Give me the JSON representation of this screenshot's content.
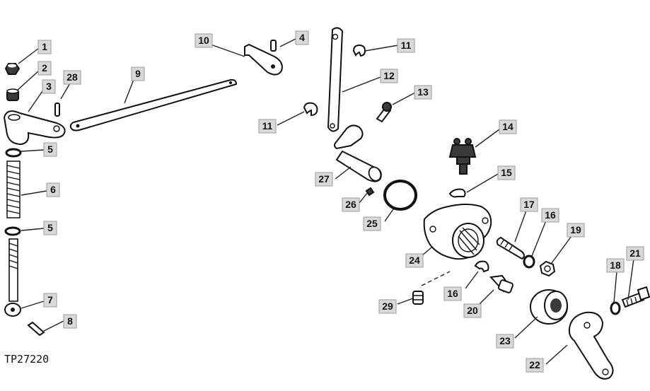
{
  "figure_id": "TP27220",
  "callouts": [
    "1",
    "2",
    "3",
    "28",
    "9",
    "10",
    "4",
    "11",
    "12",
    "13",
    "11",
    "14",
    "15",
    "5",
    "6",
    "5",
    "27",
    "26",
    "25",
    "24",
    "17",
    "16",
    "19",
    "7",
    "8",
    "29",
    "16",
    "20",
    "21",
    "18",
    "23",
    "22"
  ]
}
